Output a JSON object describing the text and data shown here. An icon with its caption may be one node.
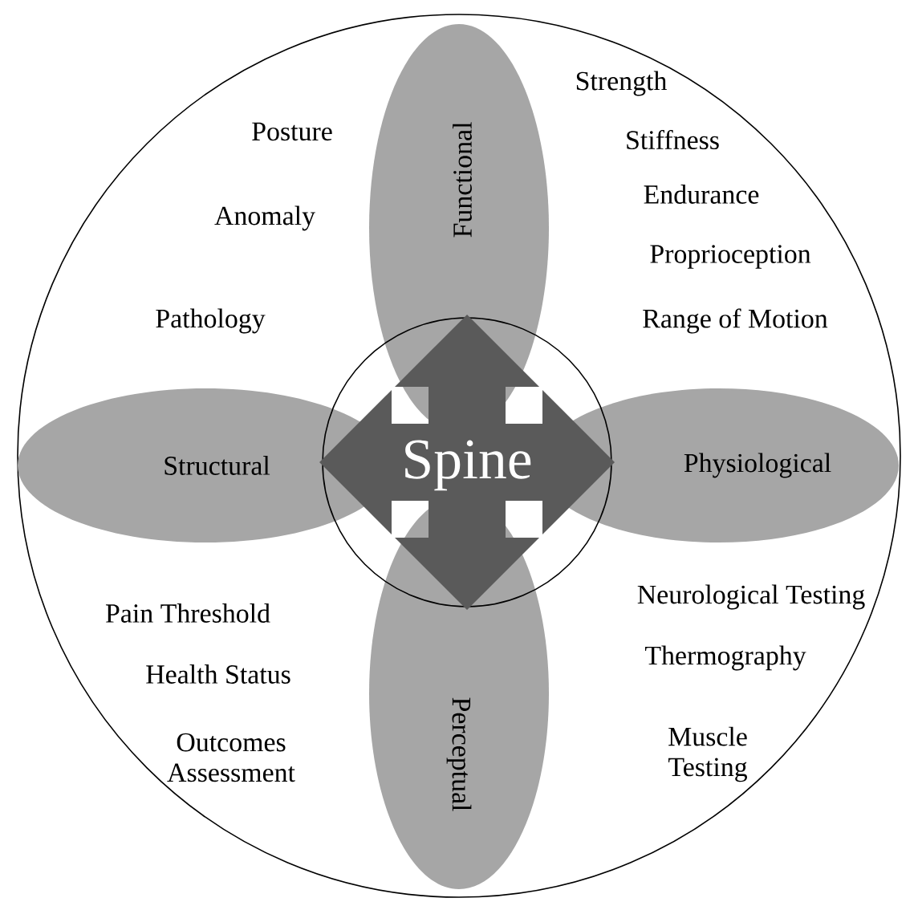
{
  "diagram": {
    "nodes": [
      {
        "text": [],
        "shape": "circle"
      },
      {
        "text": [
          "Functional"
        ],
        "in": 0
      },
      {
        "text": [
          "Structural"
        ],
        "in": 0
      },
      {
        "text": [
          "Physiological"
        ],
        "in": 0
      },
      {
        "text": [
          "Perceptual"
        ],
        "in": 0
      },
      {
        "text": [
          "Spine"
        ],
        "in": 0
      }
    ],
    "labels": [
      "Posture",
      "Anomaly",
      "Pathology",
      "Strength",
      "Stiffness",
      "Endurance",
      "Proprioception",
      "Range of Motion",
      "Pain Threshold",
      "Health Status",
      "Outcomes Assessment",
      "Neurological Testing",
      "Thermography",
      "Muscle Testing"
    ]
  }
}
